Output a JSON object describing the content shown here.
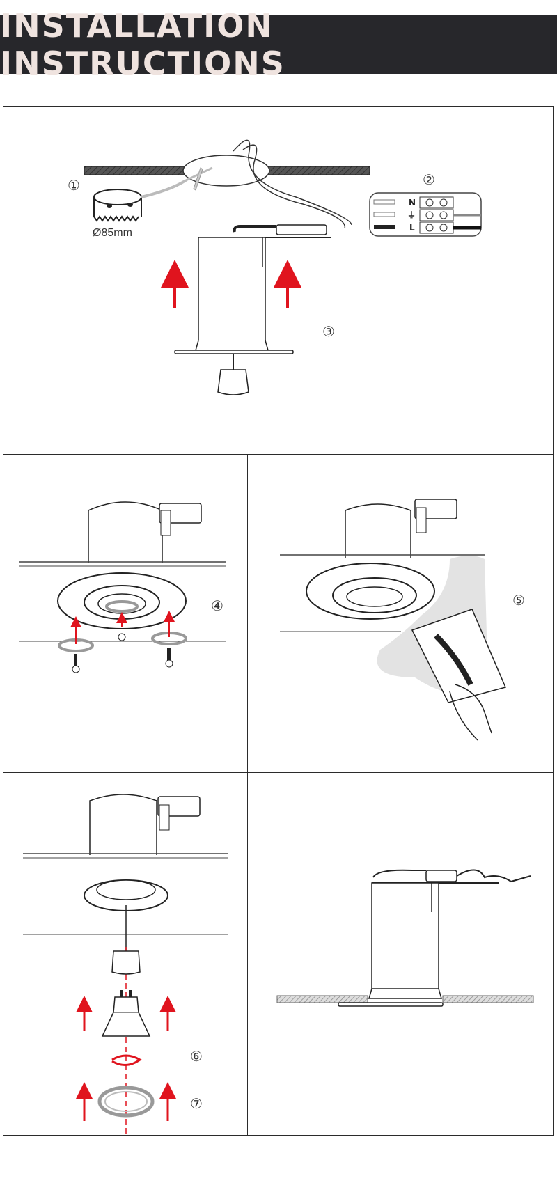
{
  "header": {
    "title": "INSTALLATION INSTRUCTIONS"
  },
  "steps": {
    "s1": "①",
    "s2": "②",
    "s3": "③",
    "s4": "④",
    "s5": "⑤",
    "s6": "⑥",
    "s7": "⑦"
  },
  "labels": {
    "hole_diameter": "Ø85mm"
  },
  "terminal": {
    "n": "N",
    "earth": "⏚",
    "l": "L"
  },
  "colors": {
    "banner": "#27272b",
    "title_text": "#efe3df",
    "arrow": "#e0141e",
    "line": "#2b2b2b"
  }
}
